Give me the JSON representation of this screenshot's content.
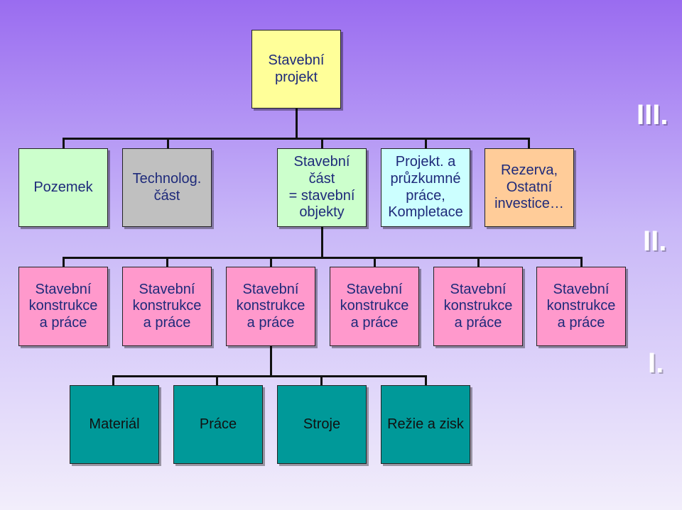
{
  "root": {
    "label": "Stavební\nprojekt",
    "color": "#ffff99"
  },
  "level3": [
    {
      "label": "Pozemek",
      "color": "#ccffcc"
    },
    {
      "label": "Technolog.\nčást",
      "color": "#c0c0c0"
    },
    {
      "label": "Stavební\nčást\n= stavební\nobjekty",
      "color": "#ccffcc"
    },
    {
      "label": "Projekt. a\nprůzkumné\npráce,\nKompletace",
      "color": "#ccffff"
    },
    {
      "label": "Rezerva,\nOstatní\ninvestice…",
      "color": "#ffcc99"
    }
  ],
  "level2": [
    {
      "label": "Stavební\nkonstrukce\na práce",
      "color": "#ff99cc"
    },
    {
      "label": "Stavební\nkonstrukce\na práce",
      "color": "#ff99cc"
    },
    {
      "label": "Stavební\nkonstrukce\na práce",
      "color": "#ff99cc"
    },
    {
      "label": "Stavební\nkonstrukce\na práce",
      "color": "#ff99cc"
    },
    {
      "label": "Stavební\nkonstrukce\na práce",
      "color": "#ff99cc"
    },
    {
      "label": "Stavební\nkonstrukce\na práce",
      "color": "#ff99cc"
    }
  ],
  "level1": [
    {
      "label": "Materiál",
      "color": "#009999"
    },
    {
      "label": "Práce",
      "color": "#009999"
    },
    {
      "label": "Stroje",
      "color": "#009999"
    },
    {
      "label": "Režie a zisk",
      "color": "#009999"
    }
  ],
  "level_labels": {
    "l3": "III.",
    "l2": "II.",
    "l1": "I."
  }
}
